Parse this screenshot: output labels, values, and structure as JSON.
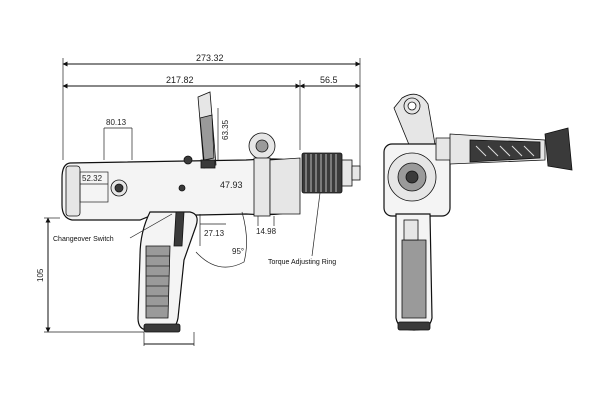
{
  "dimensions": {
    "overall_length": "273.32",
    "body_length": "217.82",
    "nose_length": "56.5",
    "top_offset": "80.13",
    "switch_offset": "52.32",
    "handle_height": "63.35",
    "bore_diameter": "47.93",
    "ring_width": "14.98",
    "grip_offset": "27.13",
    "grip_angle": "95°",
    "total_height": "105"
  },
  "labels": {
    "changeover_switch": "Changeover Switch",
    "torque_ring": "Torque Adjusting Ring"
  }
}
